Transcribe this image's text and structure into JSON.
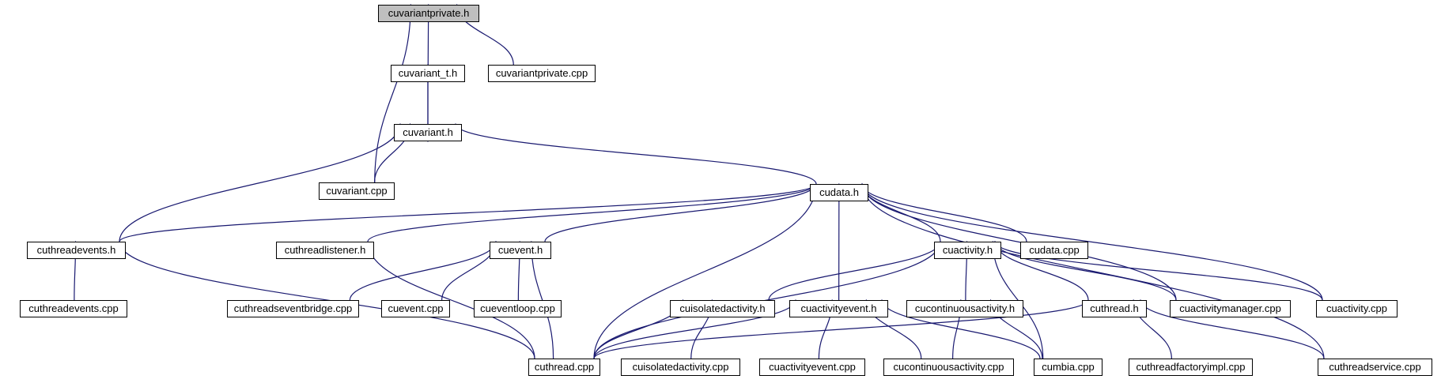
{
  "graph": {
    "edge_color": "#191970",
    "root_fill": "#bfbfbf",
    "nodes": [
      {
        "id": "cuvariantprivate_h",
        "label": "cuvariantprivate.h",
        "root": true
      },
      {
        "id": "cuvariant_t_h",
        "label": "cuvariant_t.h"
      },
      {
        "id": "cuvariantprivate_cpp",
        "label": "cuvariantprivate.cpp"
      },
      {
        "id": "cuvariant_h",
        "label": "cuvariant.h"
      },
      {
        "id": "cuvariant_cpp",
        "label": "cuvariant.cpp"
      },
      {
        "id": "cudata_h",
        "label": "cudata.h"
      },
      {
        "id": "cuthreadevents_h",
        "label": "cuthreadevents.h"
      },
      {
        "id": "cuthreadlistener_h",
        "label": "cuthreadlistener.h"
      },
      {
        "id": "cuevent_h",
        "label": "cuevent.h"
      },
      {
        "id": "cuactivity_h",
        "label": "cuactivity.h"
      },
      {
        "id": "cudata_cpp",
        "label": "cudata.cpp"
      },
      {
        "id": "cuthreadevents_cpp",
        "label": "cuthreadevents.cpp"
      },
      {
        "id": "cuthreadseventbridge_cpp",
        "label": "cuthreadseventbridge.cpp"
      },
      {
        "id": "cuevent_cpp",
        "label": "cuevent.cpp"
      },
      {
        "id": "cueventloop_cpp",
        "label": "cueventloop.cpp"
      },
      {
        "id": "cuisolatedactivity_h",
        "label": "cuisolatedactivity.h"
      },
      {
        "id": "cuactivityevent_h",
        "label": "cuactivityevent.h"
      },
      {
        "id": "cucontinuousactivity_h",
        "label": "cucontinuousactivity.h"
      },
      {
        "id": "cuthread_h",
        "label": "cuthread.h"
      },
      {
        "id": "cuactivitymanager_cpp",
        "label": "cuactivitymanager.cpp"
      },
      {
        "id": "cuactivity_cpp",
        "label": "cuactivity.cpp"
      },
      {
        "id": "cuthread_cpp",
        "label": "cuthread.cpp"
      },
      {
        "id": "cuisolatedactivity_cpp",
        "label": "cuisolatedactivity.cpp"
      },
      {
        "id": "cuactivityevent_cpp",
        "label": "cuactivityevent.cpp"
      },
      {
        "id": "cucontinuousactivity_cpp",
        "label": "cucontinuousactivity.cpp"
      },
      {
        "id": "cumbia_cpp",
        "label": "cumbia.cpp"
      },
      {
        "id": "cuthreadfactoryimpl_cpp",
        "label": "cuthreadfactoryimpl.cpp"
      },
      {
        "id": "cuthreadservice_cpp",
        "label": "cuthreadservice.cpp"
      }
    ],
    "edges": [
      {
        "from": "cuvariant_t_h",
        "to": "cuvariantprivate_h"
      },
      {
        "from": "cuvariantprivate_cpp",
        "to": "cuvariantprivate_h"
      },
      {
        "from": "cuvariant_cpp",
        "to": "cuvariantprivate_h"
      },
      {
        "from": "cuvariant_h",
        "to": "cuvariant_t_h"
      },
      {
        "from": "cuvariant_t_h",
        "to": "cuvariant_h"
      },
      {
        "from": "cuvariant_cpp",
        "to": "cuvariant_h"
      },
      {
        "from": "cudata_h",
        "to": "cuvariant_h"
      },
      {
        "from": "cuthreadevents_h",
        "to": "cuvariant_h"
      },
      {
        "from": "cuthreadevents_h",
        "to": "cudata_h"
      },
      {
        "from": "cuthreadlistener_h",
        "to": "cudata_h"
      },
      {
        "from": "cuevent_h",
        "to": "cudata_h"
      },
      {
        "from": "cuactivity_h",
        "to": "cudata_h"
      },
      {
        "from": "cudata_cpp",
        "to": "cudata_h"
      },
      {
        "from": "cuactivityevent_h",
        "to": "cudata_h"
      },
      {
        "from": "cuactivitymanager_cpp",
        "to": "cudata_h"
      },
      {
        "from": "cuactivity_cpp",
        "to": "cudata_h"
      },
      {
        "from": "cuthreadservice_cpp",
        "to": "cudata_h"
      },
      {
        "from": "cuthread_cpp",
        "to": "cudata_h"
      },
      {
        "from": "cuthreadevents_cpp",
        "to": "cuthreadevents_h"
      },
      {
        "from": "cuthread_cpp",
        "to": "cuthreadevents_h"
      },
      {
        "from": "cuthread_cpp",
        "to": "cuthreadlistener_h"
      },
      {
        "from": "cuthreadseventbridge_cpp",
        "to": "cuevent_h"
      },
      {
        "from": "cuevent_cpp",
        "to": "cuevent_h"
      },
      {
        "from": "cueventloop_cpp",
        "to": "cuevent_h"
      },
      {
        "from": "cuthread_cpp",
        "to": "cuevent_h"
      },
      {
        "from": "cuisolatedactivity_h",
        "to": "cuactivity_h"
      },
      {
        "from": "cucontinuousactivity_h",
        "to": "cuactivity_h"
      },
      {
        "from": "cuthread_h",
        "to": "cuactivity_h"
      },
      {
        "from": "cuactivitymanager_cpp",
        "to": "cuactivity_h"
      },
      {
        "from": "cuactivity_cpp",
        "to": "cuactivity_h"
      },
      {
        "from": "cumbia_cpp",
        "to": "cuactivity_h"
      },
      {
        "from": "cuthread_cpp",
        "to": "cuactivity_h"
      },
      {
        "from": "cuthread_cpp",
        "to": "cuisolatedactivity_h"
      },
      {
        "from": "cuisolatedactivity_cpp",
        "to": "cuisolatedactivity_h"
      },
      {
        "from": "cuthread_cpp",
        "to": "cuactivityevent_h"
      },
      {
        "from": "cuactivityevent_cpp",
        "to": "cuactivityevent_h"
      },
      {
        "from": "cucontinuousactivity_cpp",
        "to": "cuactivityevent_h"
      },
      {
        "from": "cumbia_cpp",
        "to": "cuactivityevent_h"
      },
      {
        "from": "cucontinuousactivity_cpp",
        "to": "cucontinuousactivity_h"
      },
      {
        "from": "cumbia_cpp",
        "to": "cucontinuousactivity_h"
      },
      {
        "from": "cuthread_cpp",
        "to": "cuthread_h"
      },
      {
        "from": "cuthreadfactoryimpl_cpp",
        "to": "cuthread_h"
      },
      {
        "from": "cuthreadservice_cpp",
        "to": "cuthread_h"
      }
    ]
  }
}
